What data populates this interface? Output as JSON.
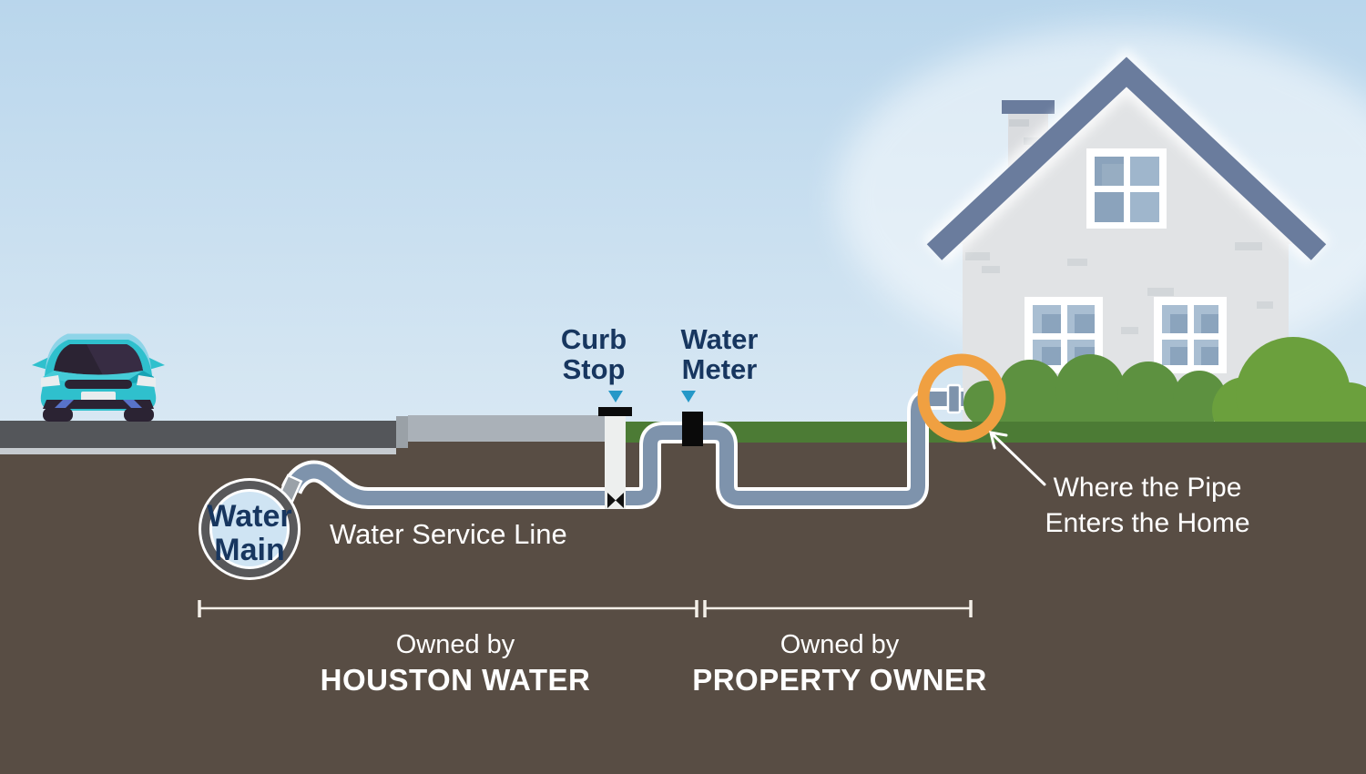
{
  "title": "Water service line ownership diagram",
  "labels": {
    "water_main": "Water\nMain",
    "water_service_line": "Water Service Line",
    "curb_stop": "Curb\nStop",
    "water_meter": "Water\nMeter",
    "pipe_entry": "Where the Pipe\nEnters the Home"
  },
  "ownership": {
    "left": {
      "prefix": "Owned by",
      "owner": "HOUSTON WATER"
    },
    "right": {
      "prefix": "Owned by",
      "owner": "PROPERTY OWNER"
    }
  },
  "icons": [
    "pointer-down-icon",
    "valve-bowtie-icon",
    "entry-arrow-icon",
    "highlight-ring-icon",
    "car-icon",
    "house-icon"
  ],
  "colors": {
    "sky_top": "#b9d6ec",
    "sky_bottom": "#f5f8fb",
    "soil": "#584d44",
    "road": "#54565a",
    "road_curb": "#c6cbd0",
    "sidewalk": "#aab1b8",
    "grass": "#4c7b35",
    "bush": "#5d9140",
    "bush_light": "#6ba03d",
    "pipe": "#7e93ac",
    "pipe_casing": "#ffffff",
    "label_navy": "#17365f",
    "label_white": "#ffffff",
    "pointer_blue": "#2598c8",
    "highlight_orange": "#f0a041",
    "house_wall": "#e1e3e5",
    "house_roof": "#6a7c9d",
    "window_pane_light": "#9fb6cc",
    "window_pane_dark": "#8ba3bc",
    "water_main_fill": "#cfe4f3",
    "water_main_ring": "#58585a",
    "meter_black": "#0a0a0a",
    "car_teal": "#2fc0cd",
    "bracket_line": "#f3efe8"
  }
}
